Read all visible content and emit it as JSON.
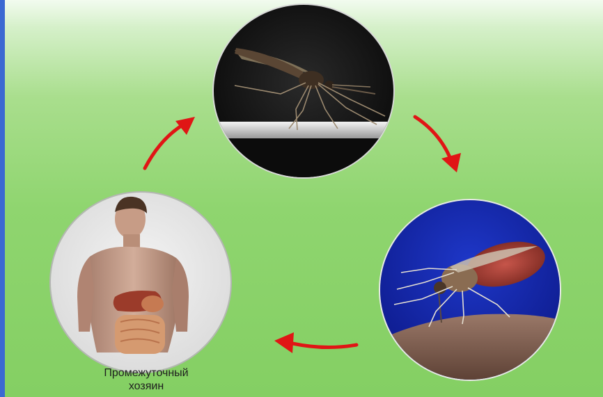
{
  "caption": {
    "line1": "Промежуточный",
    "line2": "хозяин"
  },
  "icons": {
    "top_image": "mosquito-on-surface",
    "right_image": "mosquito-feeding-on-skin",
    "left_image": "human-body-internal-organs",
    "arrows": "red-curved-arrow"
  },
  "colors": {
    "background_top": "#f2fbef",
    "background_bottom": "#84cf63",
    "frame_left": "#3b69d2",
    "arrow": "#e01515"
  }
}
